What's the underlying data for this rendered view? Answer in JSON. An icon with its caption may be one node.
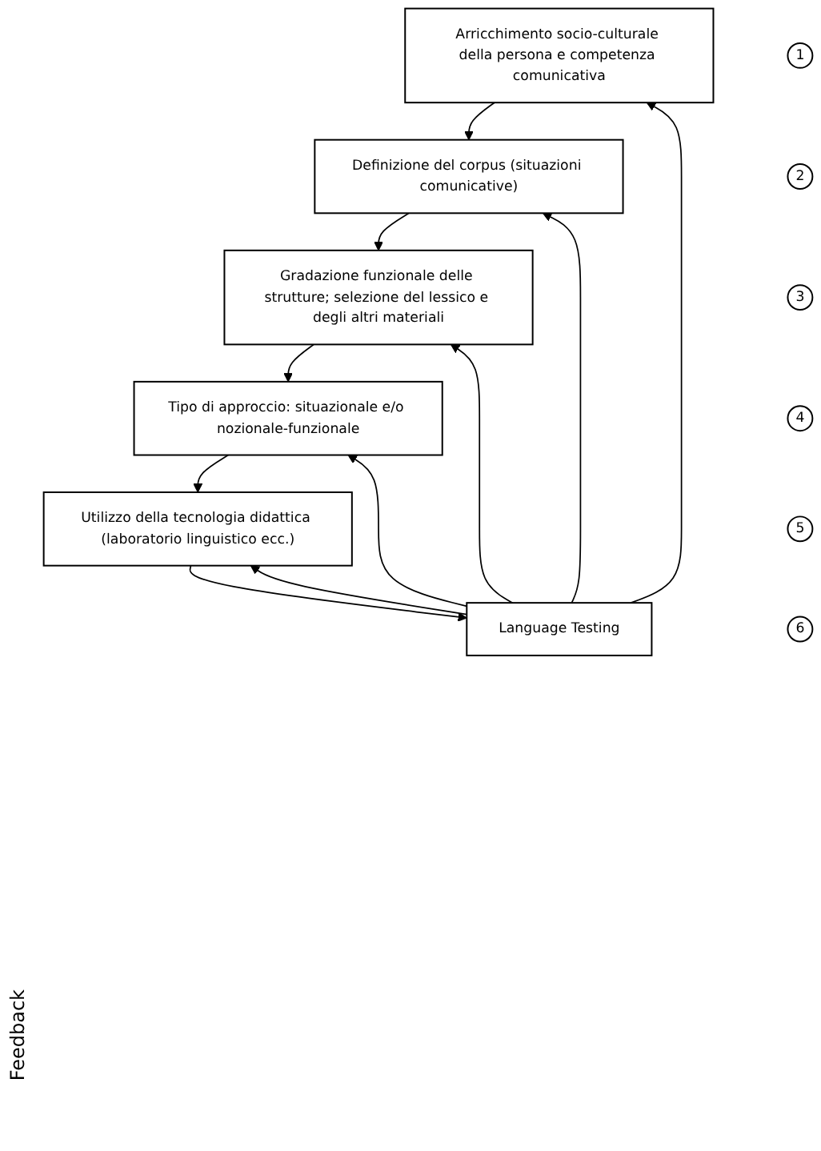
{
  "diagram": {
    "nodes": [
      {
        "text": [
          "Arricchimento socio-culturale della persona e competenza comunicativa"
        ]
      },
      {
        "text": [
          "1"
        ]
      },
      {
        "text": [
          "Definizione del corpus (situazioni comunicative)"
        ]
      },
      {
        "text": [
          "2"
        ]
      },
      {
        "text": [
          "Gradazione funzionale delle strutture; selezione del lessico e degli altri materiali"
        ]
      },
      {
        "text": [
          "3"
        ]
      },
      {
        "text": [
          "Tipo di approccio: situazionale e/o nozionale-funzionale"
        ]
      },
      {
        "text": [
          "4"
        ]
      },
      {
        "text": [
          "Utilizzo della tecnologia didattica (laboratorio linguistico ecc.)"
        ]
      },
      {
        "text": [
          "5"
        ]
      },
      {
        "text": [
          "Language Testing"
        ]
      },
      {
        "text": [
          "6"
        ]
      }
    ],
    "edges": [
      {
        "from": 0,
        "to": 2,
        "arrow": "to"
      },
      {
        "from": 2,
        "to": 4,
        "arrow": "to"
      },
      {
        "from": 4,
        "to": 6,
        "arrow": "to"
      },
      {
        "from": 6,
        "to": 8,
        "arrow": "to"
      },
      {
        "from": 8,
        "to": 10,
        "arrow": "to"
      },
      {
        "from": 10,
        "to": 0,
        "arrow": "to"
      },
      {
        "from": 10,
        "to": 2,
        "arrow": "to"
      },
      {
        "from": 10,
        "to": 4,
        "arrow": "to"
      },
      {
        "from": 10,
        "to": 6,
        "arrow": "to"
      },
      {
        "from": 10,
        "to": 8,
        "arrow": "to"
      }
    ],
    "labels": [
      "Feedback"
    ]
  }
}
